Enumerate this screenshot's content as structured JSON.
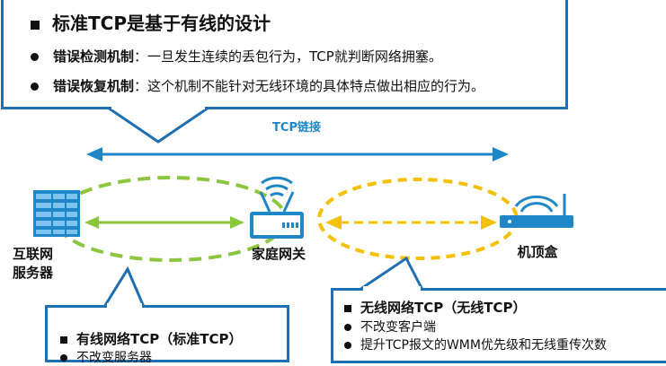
{
  "top_box": {
    "title": "标准TCP是基于有线的设计",
    "items": [
      {
        "term": "错误检测机制",
        "text": "：一旦发生连续的丢包行为，TCP就判断网络拥塞。"
      },
      {
        "term": "错误恢复机制",
        "text": "：这个机制不能针对无线环境的具体特点做出相应的行为。"
      }
    ]
  },
  "tcp_link_label": "TCP链接",
  "nodes": {
    "server_line1": "互联网",
    "server_line2": "服务器",
    "router": "家庭网关",
    "stb": "机顶盒"
  },
  "left_box": {
    "title": "有线网络TCP（标准TCP）",
    "items": [
      "不改变服务器"
    ]
  },
  "right_box": {
    "title": "无线网络TCP（无线TCP）",
    "items": [
      "不改变客户端",
      "提升TCP报文的WMM优先级和无线重传次数"
    ]
  },
  "colors": {
    "border_blue": "#1f6fb2",
    "arrow_blue": "#1f86c8",
    "green": "#8cc63f",
    "yellow": "#f5c000",
    "device_blue": "#1f86c8"
  }
}
